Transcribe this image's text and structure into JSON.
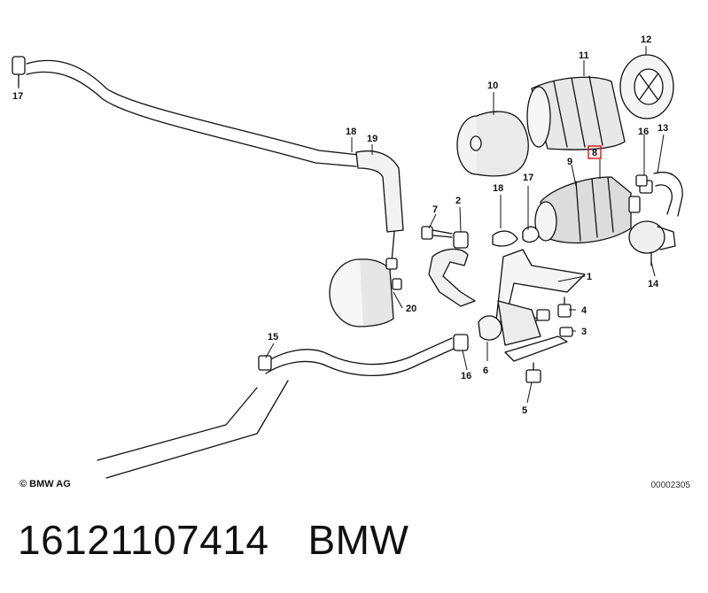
{
  "callouts": {
    "c1": "1",
    "c2": "2",
    "c3": "3",
    "c4": "4",
    "c5": "5",
    "c6": "6",
    "c7": "7",
    "c8": "8",
    "c9": "9",
    "c10": "10",
    "c11": "11",
    "c12": "12",
    "c13": "13",
    "c14": "14",
    "c15": "15",
    "c16a": "16",
    "c16b": "16",
    "c17a": "17",
    "c17b": "17",
    "c18a": "18",
    "c18b": "18",
    "c19": "19",
    "c20": "20"
  },
  "footer": {
    "copyright": "© BMW AG",
    "doc_number": "00002305",
    "part_number": "16121107414",
    "brand": "BMW"
  },
  "colors": {
    "highlight": "#e02020",
    "ink": "#111111"
  }
}
